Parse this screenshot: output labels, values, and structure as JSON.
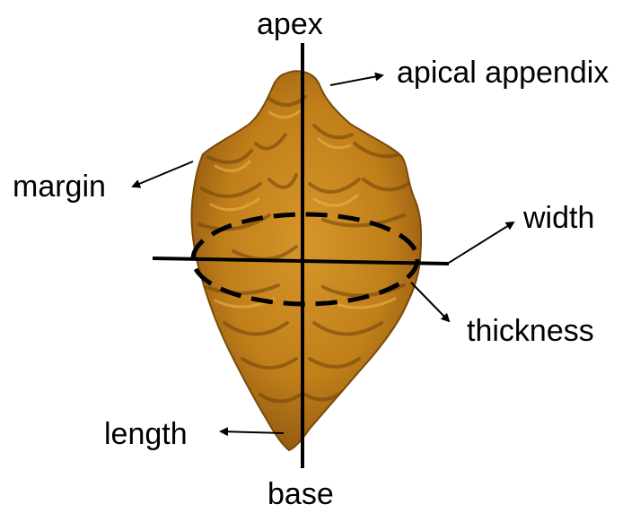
{
  "diagram": {
    "labels": {
      "apex": "apex",
      "apical_appendix": "apical appendix",
      "margin": "margin",
      "width": "width",
      "thickness": "thickness",
      "length": "length",
      "base": "base"
    },
    "colors": {
      "seed_fill": "#c8861c",
      "seed_dark": "#7a4a0a",
      "seed_light": "#e0a53a",
      "lines": "#000000",
      "background": "#ffffff"
    }
  }
}
